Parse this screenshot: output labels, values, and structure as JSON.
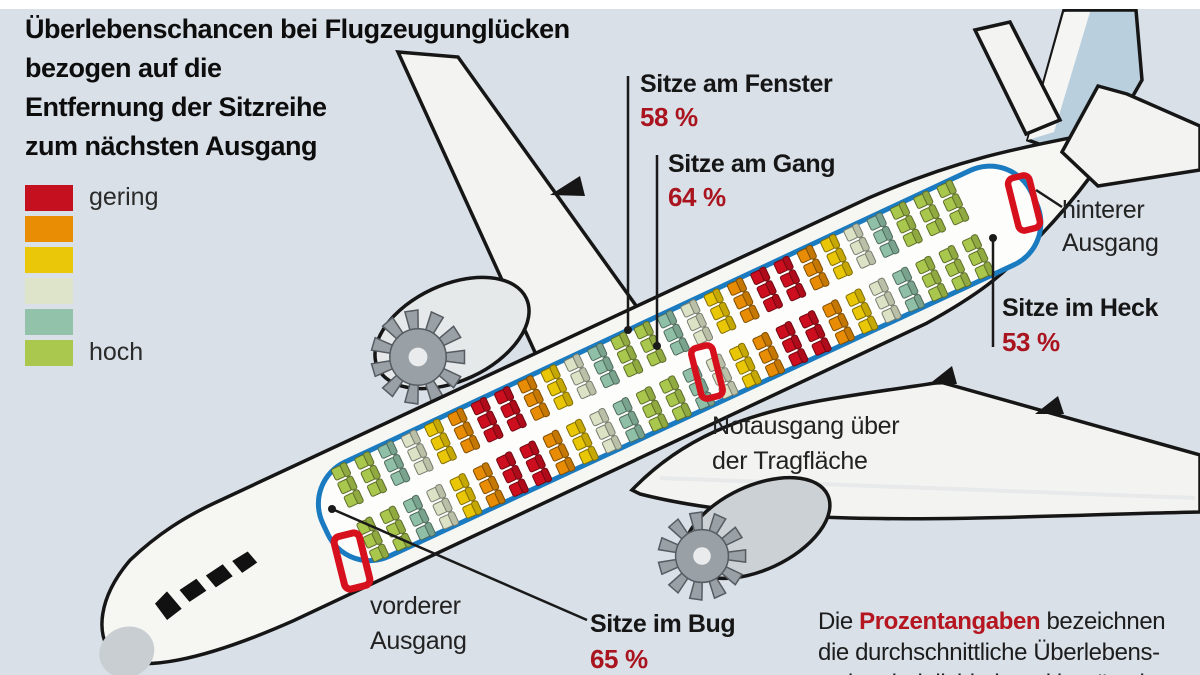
{
  "title": {
    "lines": [
      "Überlebenschancen bei Flugzeugunglücken",
      "bezogen auf die",
      "Entfernung der Sitzreihe",
      "zum nächsten Ausgang"
    ]
  },
  "legend": {
    "low_label": "gering",
    "high_label": "hoch",
    "colors": [
      "#c5101f",
      "#e98d05",
      "#eac709",
      "#dde4c9",
      "#92c2aa",
      "#aac84d"
    ]
  },
  "annotations": {
    "fenster": {
      "label": "Sitze am Fenster",
      "value": "58 %"
    },
    "gang": {
      "label": "Sitze am Gang",
      "value": "64 %"
    },
    "heck": {
      "label": "Sitze im Heck",
      "value": "53 %"
    },
    "bug": {
      "label": "Sitze im Bug",
      "value": "65 %"
    },
    "rear_exit": {
      "line1": "hinterer",
      "line2": "Ausgang"
    },
    "front_exit": {
      "line1": "vorderer",
      "line2": "Ausgang"
    },
    "overwing_exit": {
      "line1": "Notausgang über",
      "line2": "der Tragfläche"
    }
  },
  "footnote": {
    "line1_a": "Die ",
    "line1_b": "Prozentangaben",
    "line1_c": " bezeichnen",
    "line2": "die durchschnittliche Überlebens-",
    "line3": "wahrscheinlichkeit und begünstigte"
  },
  "seatmap": {
    "color_key": {
      "red": "#cd0e1f",
      "orange": "#e78c04",
      "yellow": "#e9c606",
      "pale": "#dbe2c6",
      "teal": "#8fc0a7",
      "green": "#a9c74c"
    },
    "row_colors": [
      "green",
      "green",
      "teal",
      "pale",
      "yellow",
      "orange",
      "red",
      "red",
      "orange",
      "yellow",
      "pale",
      "teal",
      "green",
      "green",
      "teal",
      "pale",
      "yellow",
      "orange",
      "red",
      "red",
      "orange",
      "yellow",
      "pale",
      "teal",
      "green",
      "green",
      "green"
    ],
    "seats_per_side": 3
  },
  "chart_data": {
    "type": "table",
    "title": "Überlebenschancen bei Flugzeugunglücken",
    "categories": [
      "Sitze am Fenster",
      "Sitze am Gang",
      "Sitze im Heck",
      "Sitze im Bug"
    ],
    "values": [
      58,
      64,
      53,
      65
    ],
    "unit": "%",
    "scale": {
      "low": "gering",
      "high": "hoch"
    }
  }
}
